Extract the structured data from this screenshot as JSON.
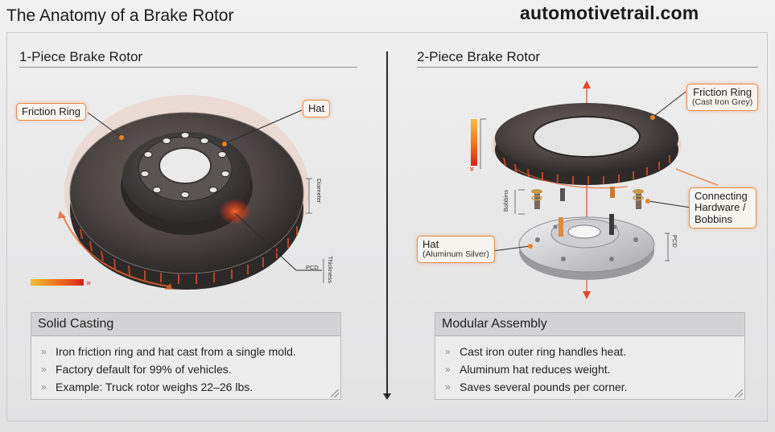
{
  "header": {
    "title": "The Anatomy of a Brake Rotor",
    "brand": "automotivetrail.com"
  },
  "left": {
    "section_title": "1-Piece Brake Rotor",
    "labels": {
      "friction_ring": "Friction Ring",
      "hat": "Hat"
    },
    "dims": {
      "diameter": "Diameter",
      "pcd": "PCD",
      "thickness": "Thickness"
    },
    "panel": {
      "title": "Solid Casting",
      "bullets": [
        "Iron friction ring and hat cast from a single mold.",
        "Factory default for 99% of vehicles.",
        "Example: Truck rotor weighs 22–26 lbs."
      ]
    }
  },
  "right": {
    "section_title": "2-Piece Brake Rotor",
    "labels": {
      "friction_ring": "Friction Ring",
      "friction_ring_sub": "(Cast Iron Grey)",
      "hardware": "Connecting Hardware / Bobbins",
      "hat": "Hat",
      "hat_sub": "(Aluminum Silver)"
    },
    "dims": {
      "left_small": "Bobbins",
      "pcd": "PCD"
    },
    "panel": {
      "title": "Modular Assembly",
      "bullets": [
        "Cast iron outer ring handles heat.",
        "Aluminum hat reduces weight.",
        "Saves several pounds per corner."
      ]
    }
  },
  "bullet_glyph": "»",
  "colors": {
    "accent": "#e58b4a",
    "heat": "#e8421f",
    "rotor_dark": "#4a4442",
    "aluminum": "#d9d9db"
  }
}
